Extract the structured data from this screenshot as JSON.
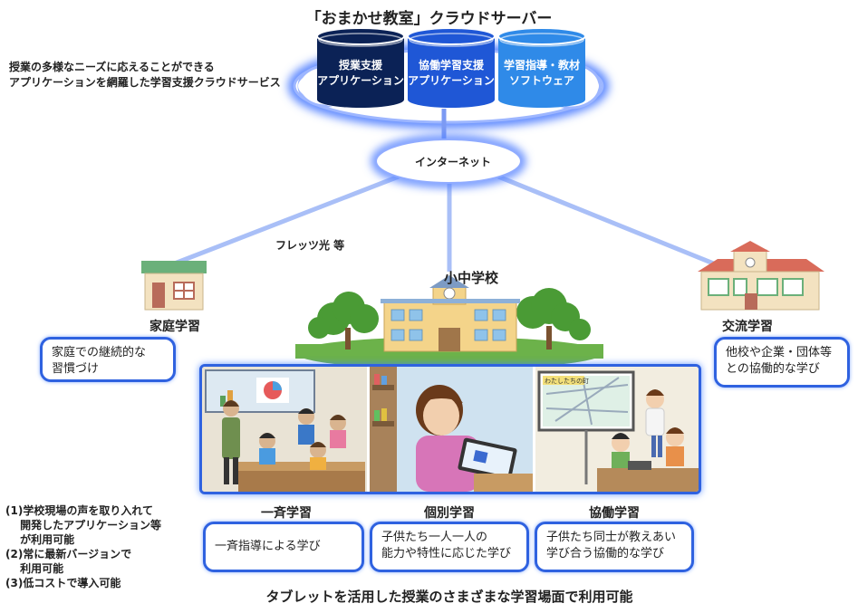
{
  "title": "「おまかせ教室」クラウドサーバー",
  "service_desc": [
    "授業の多様なニーズに応えることができる",
    "アプリケーションを網羅した学習支援クラウドサービス"
  ],
  "cylinders": [
    {
      "lines": [
        "授業支援",
        "アプリケーション"
      ],
      "color": "#0b2256"
    },
    {
      "lines": [
        "協働学習支援",
        "アプリケーション"
      ],
      "color": "#1f57d6"
    },
    {
      "lines": [
        "学習指導・教材",
        "ソフトウェア"
      ],
      "color": "#2f8ae8"
    }
  ],
  "internet": "インターネット",
  "flets": "フレッツ光 等",
  "school": "小中学校",
  "home": {
    "title": "家庭学習",
    "desc": [
      "家庭での継続的な",
      "習慣づけ"
    ]
  },
  "exchange": {
    "title": "交流学習",
    "desc": [
      "他校や企業・団体等",
      "との協働的な学び"
    ]
  },
  "modes": [
    {
      "title": "一斉学習",
      "desc": [
        "一斉指導による学び"
      ]
    },
    {
      "title": "個別学習",
      "desc": [
        "子供たち一人一人の",
        "能力や特性に応じた学び"
      ]
    },
    {
      "title": "協働学習",
      "desc": [
        "子供たち同士が教えあい",
        "学び合う協働的な学び"
      ]
    }
  ],
  "board_caption": "わたしたちの町",
  "features": [
    "(1)学校現場の声を取り入れて",
    "　 開発したアプリケーション等",
    "　 が利用可能",
    "(2)常に最新バージョンで",
    "　 利用可能",
    "(3)低コストで導入可能"
  ],
  "footer": "タブレットを活用した授業のさまざまな学習場面で利用可能"
}
